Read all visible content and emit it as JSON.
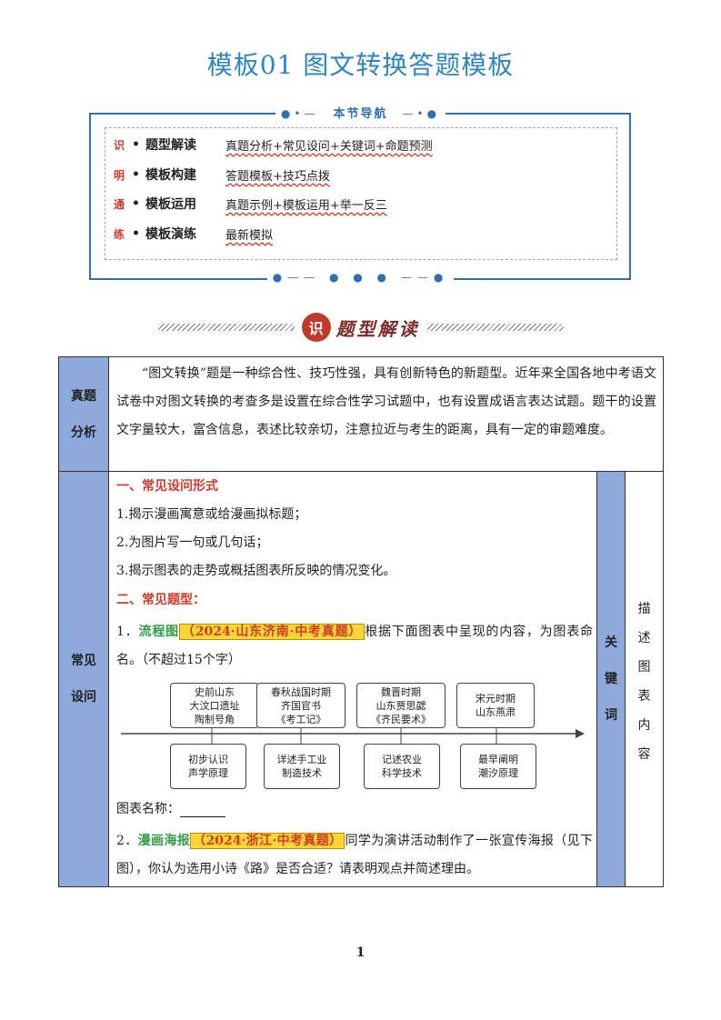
{
  "title": "模板01  图文转换答题模板",
  "nav": {
    "heading": "本节导航",
    "rows": [
      {
        "tag": "识",
        "name": "题型解读",
        "desc": "真题分析+常见设问+关键词+命题预测"
      },
      {
        "tag": "明",
        "name": "模板构建",
        "desc": "答题模板+技巧点拨"
      },
      {
        "tag": "通",
        "name": "模板运用",
        "desc": "真题示例+模板运用+举一反三"
      },
      {
        "tag": "练",
        "name": "模板演练",
        "desc": "最新模拟"
      }
    ]
  },
  "section": {
    "seal": "识",
    "title": "题型解读"
  },
  "table": {
    "row1_head": [
      "真题",
      "分析"
    ],
    "row1_text": "“图文转换”题是一种综合性、技巧性强，具有创新特色的新题型。近年来全国各地中考语文试卷中对图文转换的考查多是设置在综合性学习试题中，也有设置成语言表达试题。题干的设置文字量较大，富含信息，表述比较亲切，注意拉近与考生的距离，具有一定的审题难度。",
    "row2_head": [
      "常见",
      "设问"
    ],
    "part1_title": "一、常见设问形式",
    "part1_items": [
      "1.揭示漫画寓意或给漫画拟标题；",
      "2.为图片写一句或几句话；",
      "3.揭示图表的走势或概括图表所反映的情况变化。"
    ],
    "part2_title": "二、常见题型：",
    "q1": {
      "num": "1．",
      "type": "流程图",
      "source": "（2024·山东济南·中考真题）",
      "text": "根据下面图表中呈现的内容，为图表命名。（不超过15个字）"
    },
    "chart_label": "图表名称：",
    "q2": {
      "num": "2．",
      "type": "漫画海报",
      "source": "（2024·浙江·中考真题）",
      "text": "同学为演讲活动制作了一张宣传海报（见下图），你认为选用小诗《路》是否合适？请表明观点并简述理由。"
    },
    "keyword_head": [
      "关",
      "键",
      "词"
    ],
    "keyword_text": [
      "描",
      "述",
      "图",
      "表",
      "内",
      "容"
    ]
  },
  "flow": {
    "top": [
      [
        "史前山东",
        "大汶口遗址",
        "陶制号角"
      ],
      [
        "春秋战国时期",
        "齐国官书",
        "《考工记》"
      ],
      [
        "魏晋时期",
        "山东贾思勰",
        "《齐民要术》"
      ],
      [
        "宋元时期",
        "山东燕肃"
      ]
    ],
    "bottom": [
      [
        "初步认识",
        "声学原理"
      ],
      [
        "详述手工业",
        "制造技术"
      ],
      [
        "记述农业",
        "科学技术"
      ],
      [
        "最早阐明",
        "潮汐原理"
      ]
    ]
  },
  "page_number": "1"
}
